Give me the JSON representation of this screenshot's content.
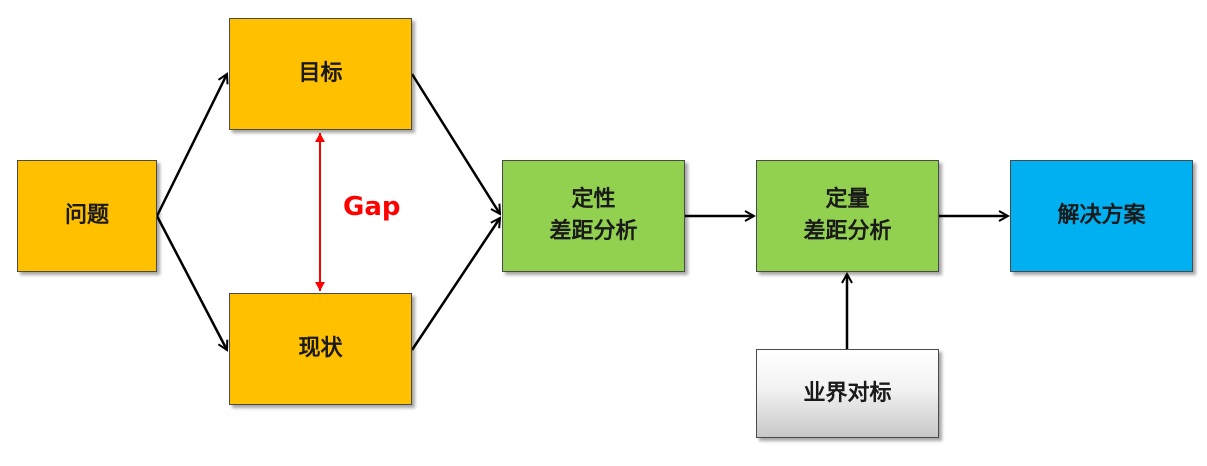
{
  "nodes": {
    "problem": {
      "lines": [
        "问题"
      ],
      "color": "#ffc000"
    },
    "target": {
      "lines": [
        "目标"
      ],
      "color": "#ffc000"
    },
    "current": {
      "lines": [
        "现状"
      ],
      "color": "#ffc000"
    },
    "qualitative": {
      "lines": [
        "定性",
        "差距分析"
      ],
      "color": "#92d050"
    },
    "quantitative": {
      "lines": [
        "定量",
        "差距分析"
      ],
      "color": "#92d050"
    },
    "solution": {
      "lines": [
        "解决方案"
      ],
      "color": "#00b0f0"
    },
    "benchmark": {
      "lines": [
        "业界对标"
      ],
      "color": "#d9d9d9"
    }
  },
  "gap_label": "Gap",
  "gap_color": "#ff0000",
  "edges": [
    {
      "from": "问题",
      "to": "目标"
    },
    {
      "from": "问题",
      "to": "现状"
    },
    {
      "from": "目标",
      "to": "现状",
      "bidirectional": true,
      "color": "#ff0000"
    },
    {
      "from": "目标",
      "to": "定性 差距分析"
    },
    {
      "from": "现状",
      "to": "定性 差距分析"
    },
    {
      "from": "定性 差距分析",
      "to": "定量 差距分析"
    },
    {
      "from": "定量 差距分析",
      "to": "解决方案"
    },
    {
      "from": "业界对标",
      "to": "定量 差距分析"
    }
  ]
}
